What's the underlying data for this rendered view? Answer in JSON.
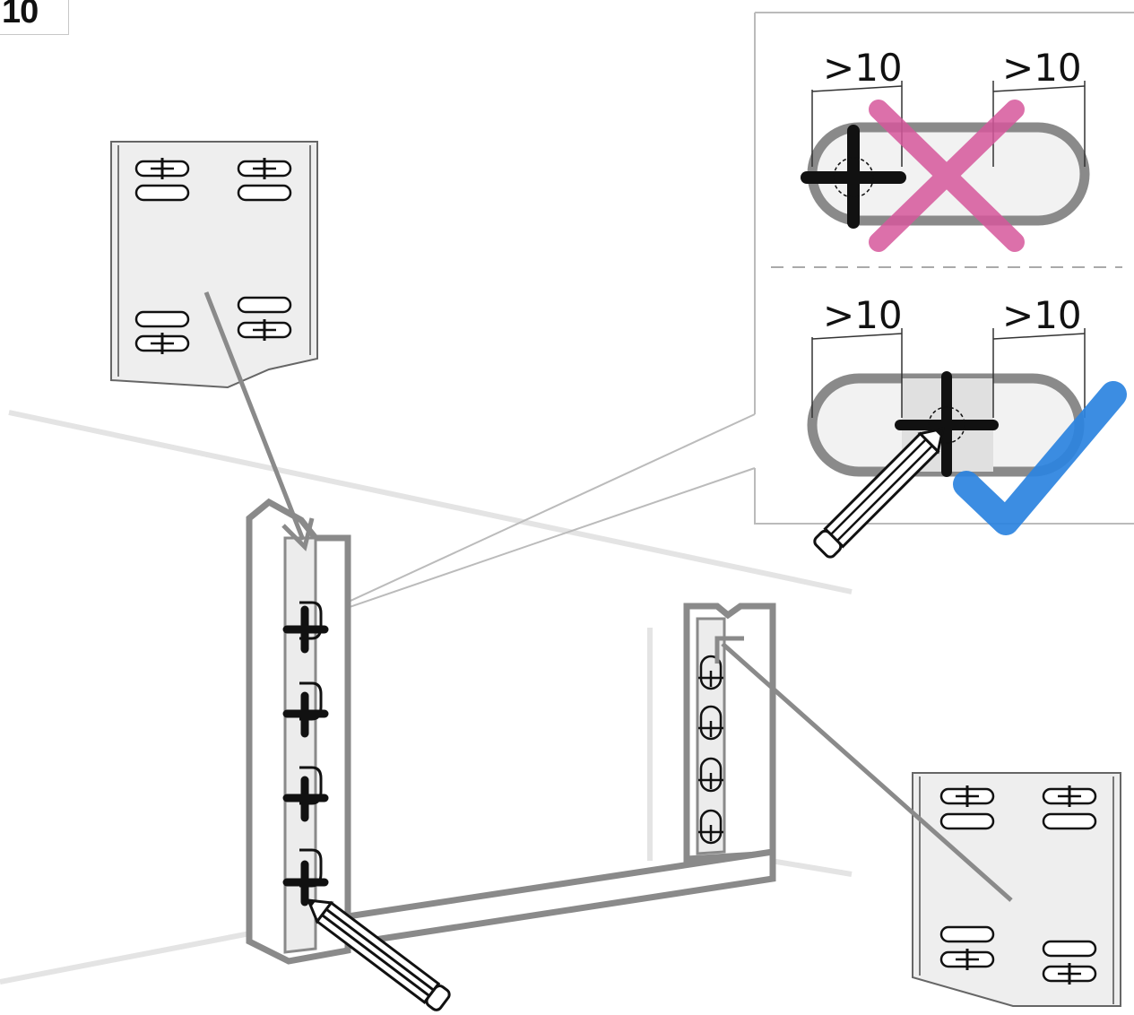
{
  "step": {
    "number": "10"
  },
  "detail_wrong": {
    "left_dim": ">10",
    "right_dim": ">10"
  },
  "detail_correct": {
    "left_dim": ">10",
    "right_dim": ">10"
  },
  "colors": {
    "wrong_mark": "#d6589c",
    "check_mark": "#2b83e0",
    "line": "#8a8a8a",
    "panel": "#efefef"
  },
  "icons": [
    "pencil-icon",
    "cross-mark-icon",
    "check-mark-icon",
    "crosshair-icon",
    "arrow-icon"
  ]
}
